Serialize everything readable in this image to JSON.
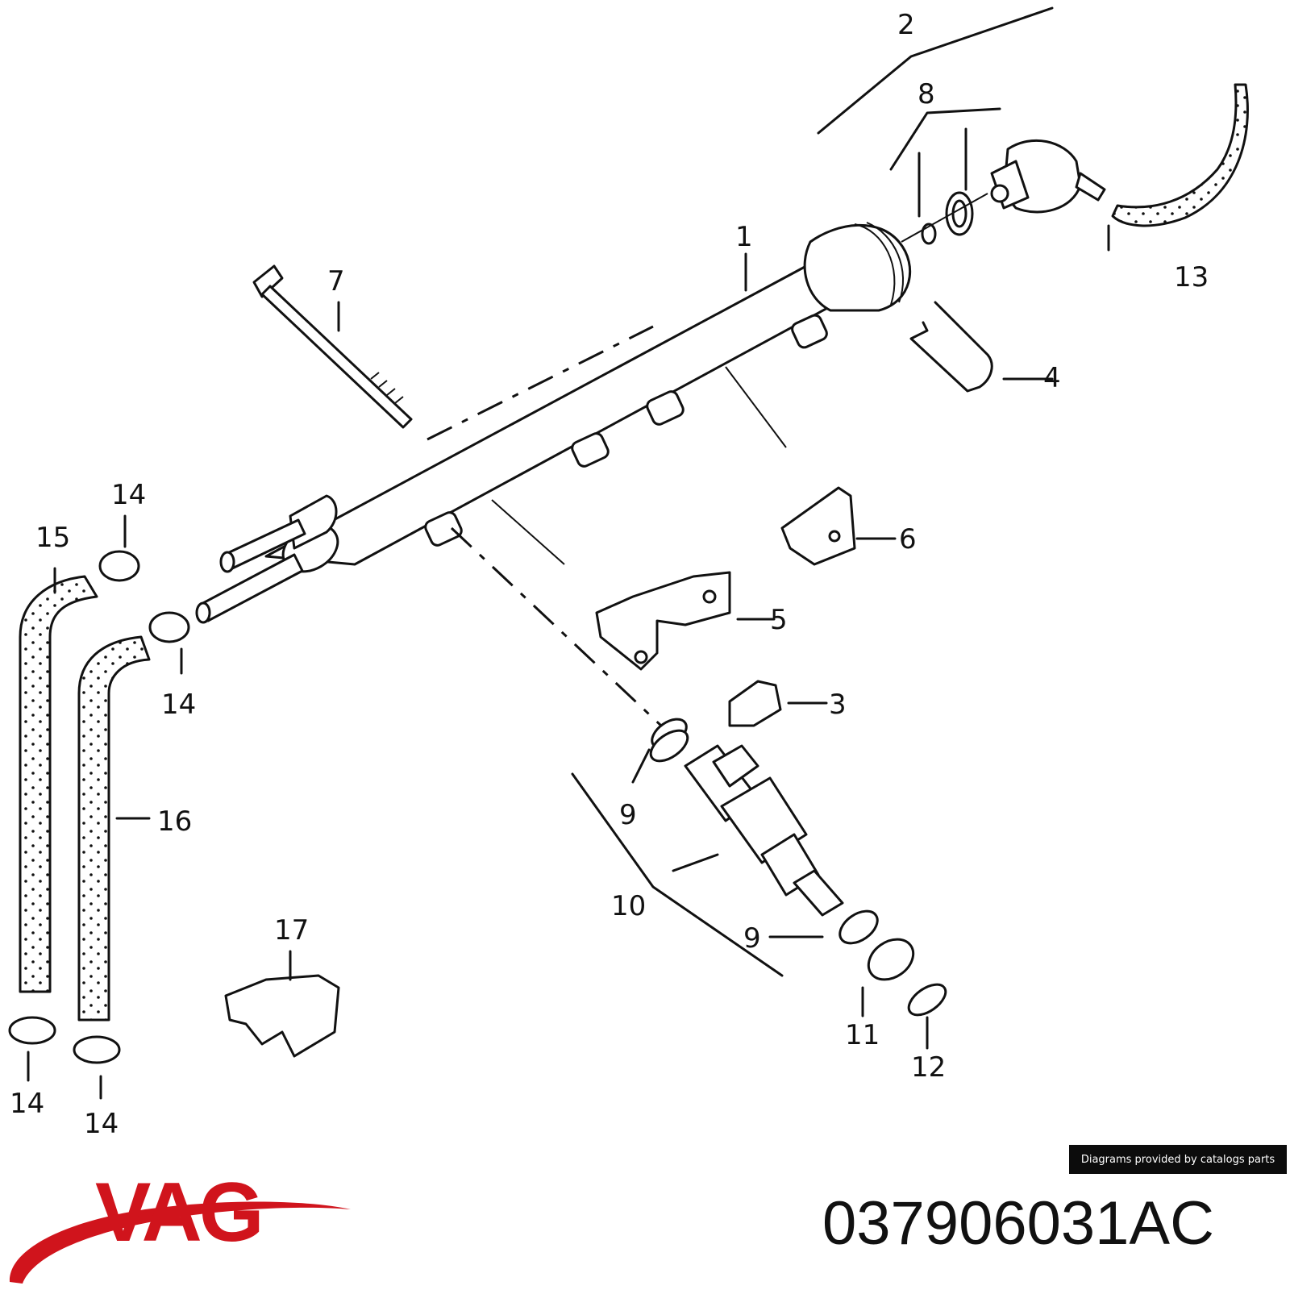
{
  "diagram": {
    "callouts": [
      {
        "id": "1",
        "text": "1"
      },
      {
        "id": "2",
        "text": "2"
      },
      {
        "id": "3",
        "text": "3"
      },
      {
        "id": "4",
        "text": "4"
      },
      {
        "id": "5",
        "text": "5"
      },
      {
        "id": "6",
        "text": "6"
      },
      {
        "id": "7",
        "text": "7"
      },
      {
        "id": "8",
        "text": "8"
      },
      {
        "id": "9a",
        "text": "9"
      },
      {
        "id": "9b",
        "text": "9"
      },
      {
        "id": "10",
        "text": "10"
      },
      {
        "id": "11",
        "text": "11"
      },
      {
        "id": "12",
        "text": "12"
      },
      {
        "id": "13",
        "text": "13"
      },
      {
        "id": "14a",
        "text": "14"
      },
      {
        "id": "14b",
        "text": "14"
      },
      {
        "id": "14c",
        "text": "14"
      },
      {
        "id": "14d",
        "text": "14"
      },
      {
        "id": "15",
        "text": "15"
      },
      {
        "id": "16",
        "text": "16"
      },
      {
        "id": "17",
        "text": "17"
      }
    ]
  },
  "credit": "Diagrams provided by catalogs parts",
  "brand": {
    "name": "VAG",
    "color": "#d0141c"
  },
  "part_number": "037906031AC"
}
